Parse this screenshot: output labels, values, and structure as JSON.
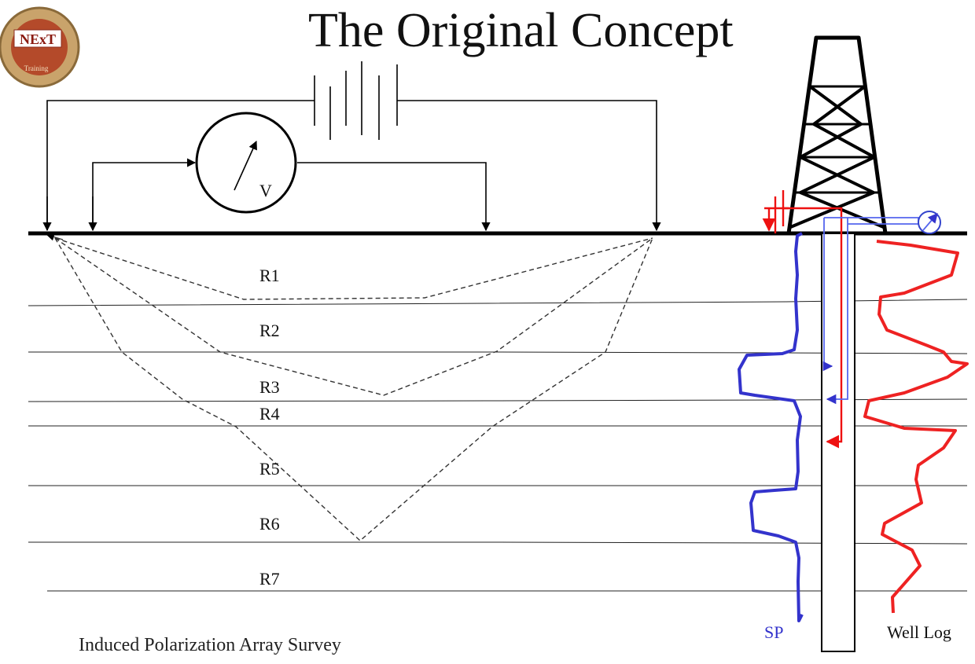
{
  "title": "The Original Concept",
  "caption": "Induced Polarization Array Survey",
  "logo": {
    "text": "NExT",
    "subtext": "Training"
  },
  "meter_label": "V",
  "layers": [
    "R1",
    "R2",
    "R3",
    "R4",
    "R5",
    "R6",
    "R7"
  ],
  "logs": {
    "sp_label": "SP",
    "well_log_label": "Well Log"
  },
  "colors": {
    "sp": "#3333cc",
    "well_log": "#ee2222",
    "current": "#ee1111",
    "line": "#000000"
  }
}
